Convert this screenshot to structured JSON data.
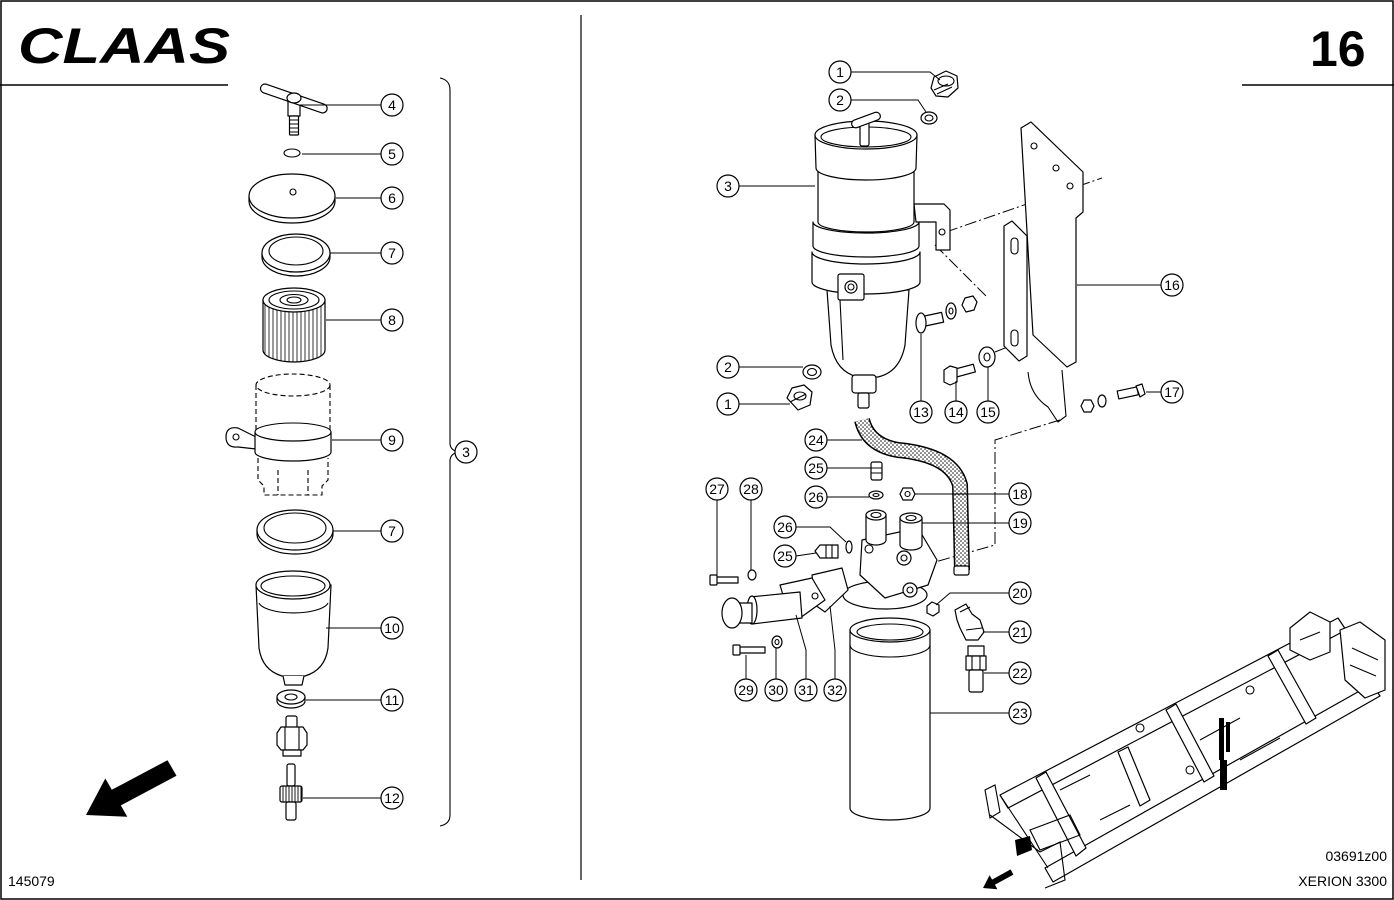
{
  "header": {
    "logo": "CLAAS",
    "page_number": "16"
  },
  "left_panel": {
    "callouts": [
      "4",
      "5",
      "6",
      "7",
      "8",
      "9",
      "7",
      "10",
      "11",
      "12"
    ],
    "group_callout": "3"
  },
  "right_panel": {
    "callouts": [
      "1",
      "2",
      "3",
      "16",
      "2",
      "1",
      "13",
      "14",
      "15",
      "17",
      "24",
      "25",
      "26",
      "18",
      "19",
      "27",
      "28",
      "26",
      "25",
      "20",
      "21",
      "22",
      "23",
      "29",
      "30",
      "31",
      "32"
    ]
  },
  "footer": {
    "catalog_number": "145079",
    "drawing_number": "03691z00",
    "model": "XERION 3300"
  }
}
